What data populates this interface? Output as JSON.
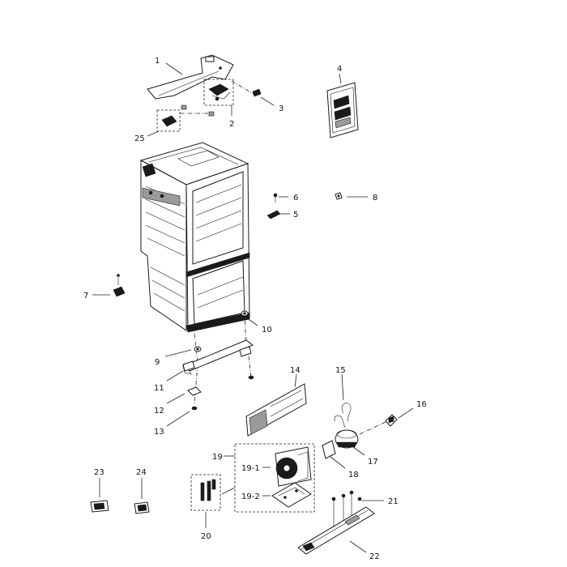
{
  "callouts": {
    "c1": "1",
    "c2": "2",
    "c3": "3",
    "c4": "4",
    "c5": "5",
    "c6": "6",
    "c7": "7",
    "c8": "8",
    "c9": "9",
    "c10": "10",
    "c11": "11",
    "c12": "12",
    "c13": "13",
    "c14": "14",
    "c15": "15",
    "c16": "16",
    "c17": "17",
    "c18": "18",
    "c19": "19",
    "c19_1": "19-1",
    "c19_2": "19-2",
    "c20": "20",
    "c21": "21",
    "c22": "22",
    "c23": "23",
    "c24": "24",
    "c25": "25"
  }
}
